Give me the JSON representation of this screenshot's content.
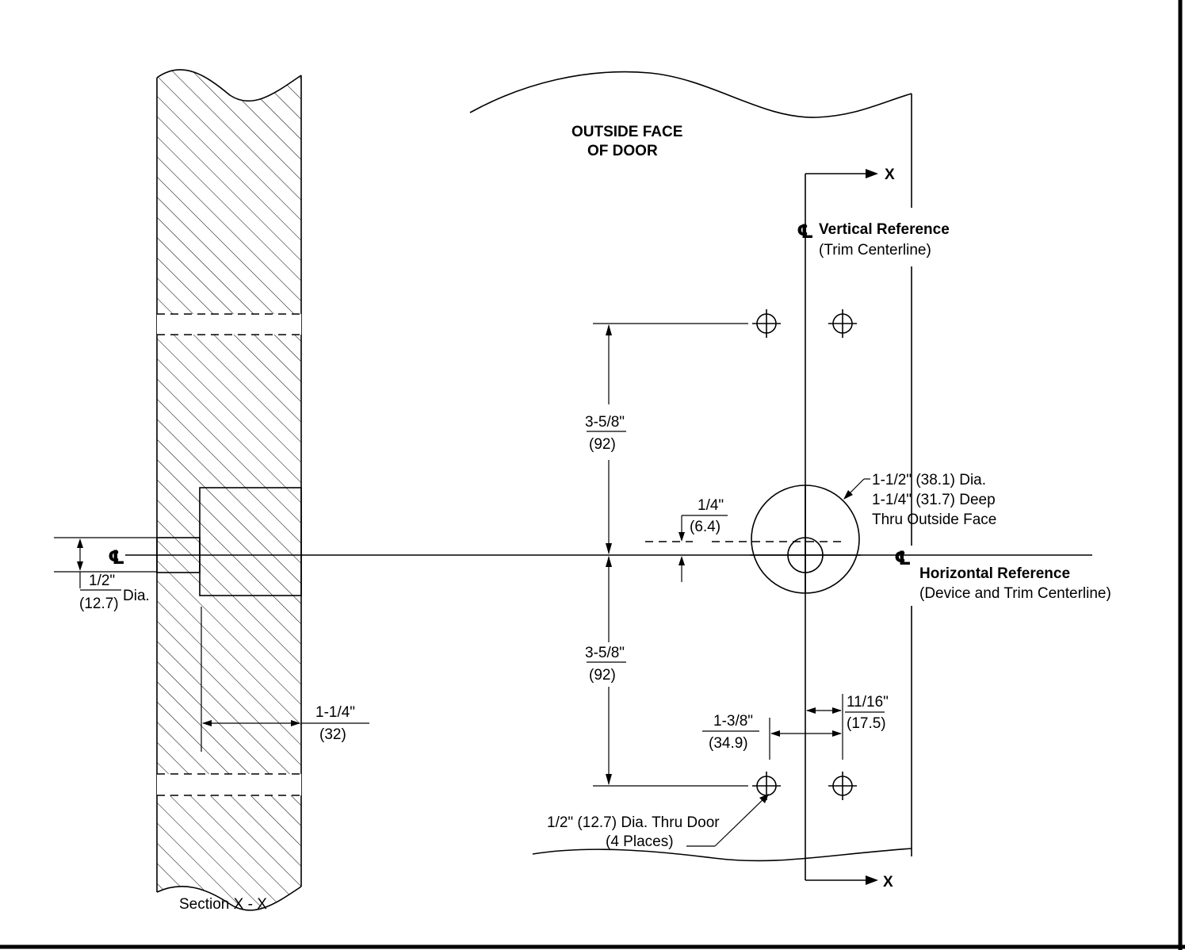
{
  "labels": {
    "outside_face_line1": "OUTSIDE FACE",
    "outside_face_line2": "OF DOOR",
    "section_mark_top": "X",
    "section_mark_bottom": "X",
    "centerline_symbol": "℄",
    "vertical_reference": "Vertical Reference",
    "vertical_reference_sub": "(Trim Centerline)",
    "horizontal_reference": "Horizontal Reference",
    "horizontal_reference_sub": "(Device and Trim Centerline)",
    "hole_callout_line1": "1-1/2\" (38.1) Dia.",
    "hole_callout_line2": "1-1/4\" (31.7) Deep",
    "hole_callout_line3": "Thru Outside Face",
    "small_hole_callout_line1": "1/2\" (12.7) Dia. Thru Door",
    "small_hole_callout_line2": "(4 Places)",
    "section_caption": "Section X - X"
  },
  "dimensions": {
    "upper_spacing_in": "3-5/8\"",
    "upper_spacing_mm": "(92)",
    "lower_spacing_in": "3-5/8\"",
    "lower_spacing_mm": "(92)",
    "offset_in": "1/4\"",
    "offset_mm": "(6.4)",
    "edge_in": "11/16\"",
    "edge_mm": "(17.5)",
    "hole_spacing_in": "1-3/8\"",
    "hole_spacing_mm": "(34.9)",
    "bore_depth_in": "1-1/4\"",
    "bore_depth_mm": "(32)",
    "pin_dia_in": "1/2\"",
    "pin_dia_mm": "(12.7)",
    "pin_dia_suffix": "Dia."
  },
  "colors": {
    "line": "#000000",
    "bore_fill": "#eeeeee",
    "background": "#ffffff"
  }
}
